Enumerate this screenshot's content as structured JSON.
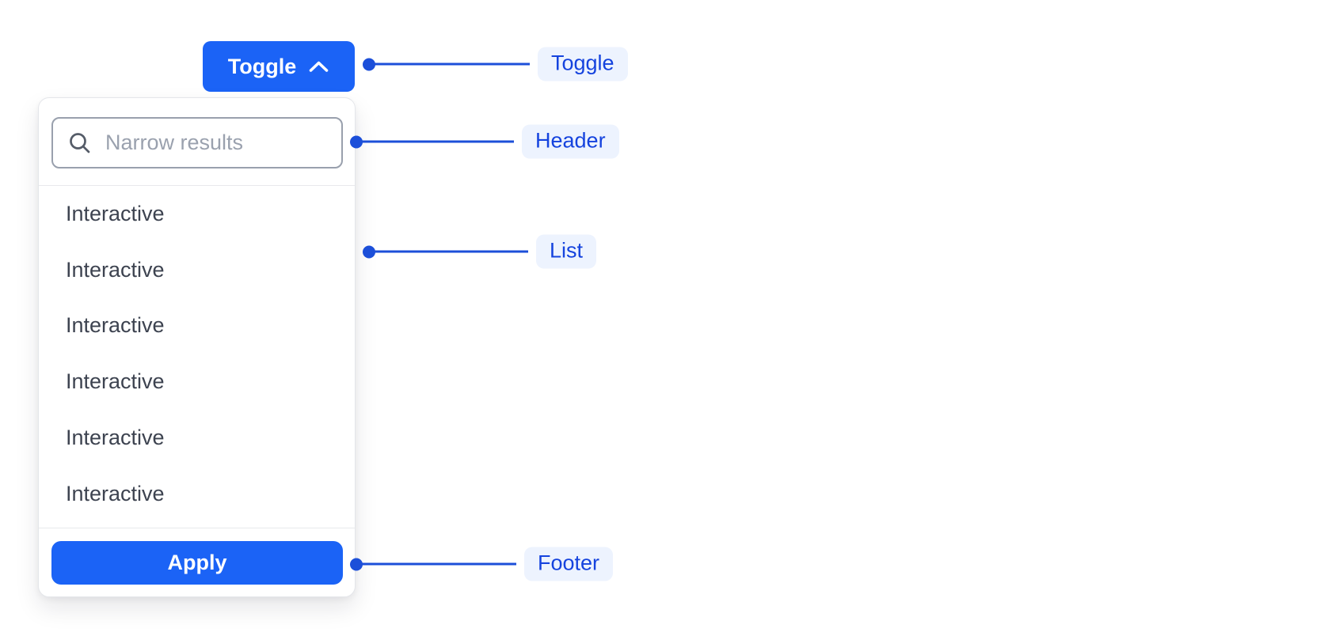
{
  "toggle": {
    "label": "Toggle",
    "icon": "chevron-up-icon"
  },
  "dropdown": {
    "header": {
      "search_placeholder": "Narrow results",
      "icon": "search-icon"
    },
    "list": {
      "items": [
        "Interactive",
        "Interactive",
        "Interactive",
        "Interactive",
        "Interactive",
        "Interactive"
      ]
    },
    "footer": {
      "apply_label": "Apply"
    }
  },
  "annotations": {
    "toggle": "Toggle",
    "header": "Header",
    "list": "List",
    "footer": "Footer"
  },
  "colors": {
    "accent_blue": "#1B63F6",
    "connector_blue": "#1C4FD9",
    "annotation_text_blue": "#1543DE",
    "annotation_pill_bg": "#EDF3FE",
    "panel_border": "#E4E6EA",
    "list_text": "#3D4350",
    "placeholder_gray": "#9AA1AE"
  }
}
